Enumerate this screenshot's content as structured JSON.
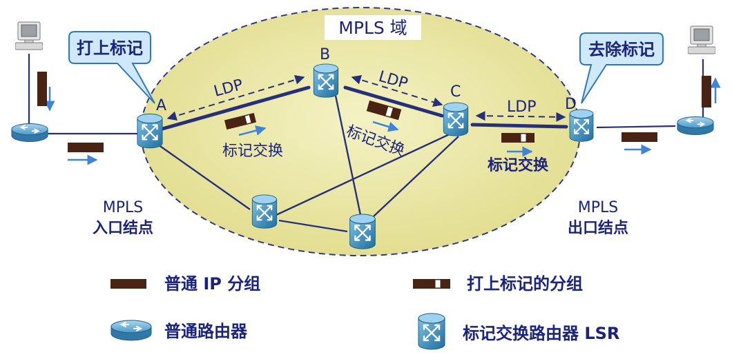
{
  "domain_title": "MPLS 域",
  "callouts": {
    "ingress": "打上标记",
    "egress": "去除标记"
  },
  "nodes": {
    "a": "A",
    "b": "B",
    "c": "C",
    "d": "D"
  },
  "ldp_labels": [
    "LDP",
    "LDP",
    "LDP"
  ],
  "swap_labels": [
    "标记交换",
    "标记交换",
    "标记交换"
  ],
  "ingress_node": {
    "line1": "MPLS",
    "line2": "入口结点"
  },
  "egress_node": {
    "line1": "MPLS",
    "line2": "出口结点"
  },
  "legend": {
    "plain_packet": "普通 IP 分组",
    "labeled_packet": "打上标记的分组",
    "plain_router": "普通路由器",
    "lsr": "标记交换路由器 LSR"
  },
  "colors": {
    "domain_fill": "#ece9a8",
    "link": "#26307a",
    "lsr_body": "#3f8fbd",
    "packet": "#4a2412",
    "callout_fill": "#cfe9fb",
    "arrow": "#3f84d9"
  }
}
